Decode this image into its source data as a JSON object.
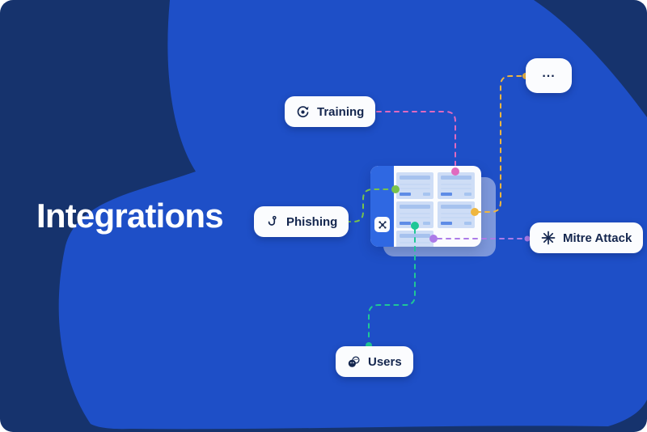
{
  "page": {
    "title": "Integrations"
  },
  "nodes": [
    {
      "id": "training",
      "label": "Training",
      "icon": "training-target-icon",
      "accent": "#E06ABF"
    },
    {
      "id": "more",
      "label": "...",
      "icon": "ellipsis-label",
      "accent": "#EFB63F"
    },
    {
      "id": "mitre-attack",
      "label": "Mitre Attack",
      "icon": "asterisk-burst-icon",
      "accent": "#AC7BE8"
    },
    {
      "id": "phishing",
      "label": "Phishing",
      "icon": "fish-hook-icon",
      "accent": "#77C24D"
    },
    {
      "id": "users",
      "label": "Users",
      "icon": "users-faces-icon",
      "accent": "#1FC796"
    }
  ],
  "app_window": {
    "icon": "hub-network-icon",
    "panel_count": 5
  },
  "colors": {
    "background_navy": "#16336D",
    "blob_blue": "#1E4FC7",
    "card_back": "#7D98DC",
    "card_front": "#FBFCFE",
    "sidebar_blue": "#2F68E2",
    "panel_blue": "#CEDDF6",
    "text_navy": "#14264E"
  }
}
